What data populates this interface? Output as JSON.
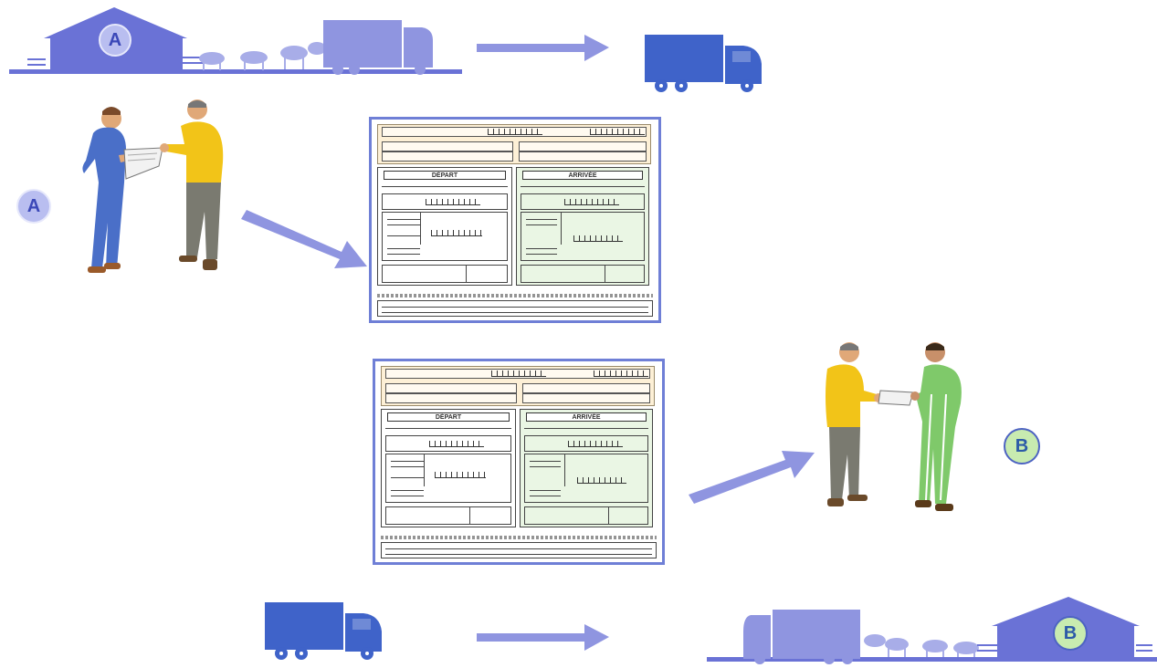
{
  "badges": {
    "a_top": "A",
    "a_left": "A",
    "b_right": "B",
    "b_bottom": "B"
  },
  "form": {
    "departure_title": "DÉPART",
    "arrival_title": "ARRIVÉE"
  },
  "colors": {
    "truck_light": "#8f95e0",
    "truck_dark": "#3f63c9",
    "arrow": "#8f95e0",
    "barn": "#6a72d6",
    "badge_a": "#b9bef0",
    "badge_b": "#c8ebb0"
  }
}
